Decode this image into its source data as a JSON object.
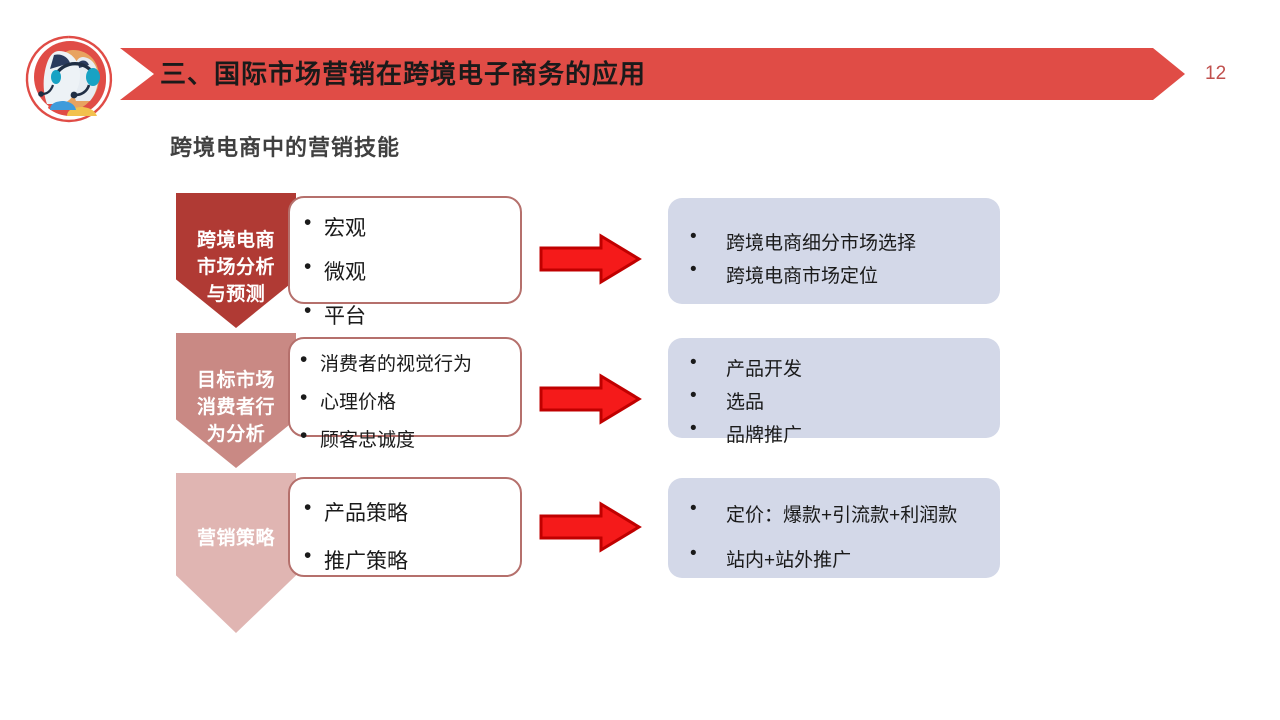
{
  "header": {
    "title": "三、国际市场营销在跨境电子商务的应用",
    "page_number": "12",
    "banner_color": "#E04C46",
    "page_number_color": "#C0504D",
    "logo_name": "customer-service-headset-logo"
  },
  "subtitle": "跨境电商中的营销技能",
  "flow": {
    "stages": [
      {
        "chevron_label": "跨境电商\n市场分析\n与预测",
        "chevron_color": "#B03A34",
        "details": [
          "宏观",
          "微观",
          "平台"
        ],
        "outcomes": [
          "跨境电商细分市场选择",
          "跨境电商市场定位"
        ]
      },
      {
        "chevron_label": "目标市场\n消费者行\n为分析",
        "chevron_color": "#C98984",
        "details": [
          "消费者的视觉行为",
          "心理价格",
          "顾客忠诚度"
        ],
        "outcomes": [
          "产品开发",
          "选品",
          "品牌推广"
        ]
      },
      {
        "chevron_label": "营销策略",
        "chevron_color": "#E0B5B2",
        "details": [
          "产品策略",
          "推广策略"
        ],
        "outcomes": [
          "定价：爆款+引流款+利润款",
          "站内+站外推广"
        ]
      }
    ],
    "arrow_fill": "#F51A1A",
    "arrow_stroke": "#C00000",
    "outcome_box_color": "#D3D8E8",
    "detail_box_border": "#B5706C"
  }
}
